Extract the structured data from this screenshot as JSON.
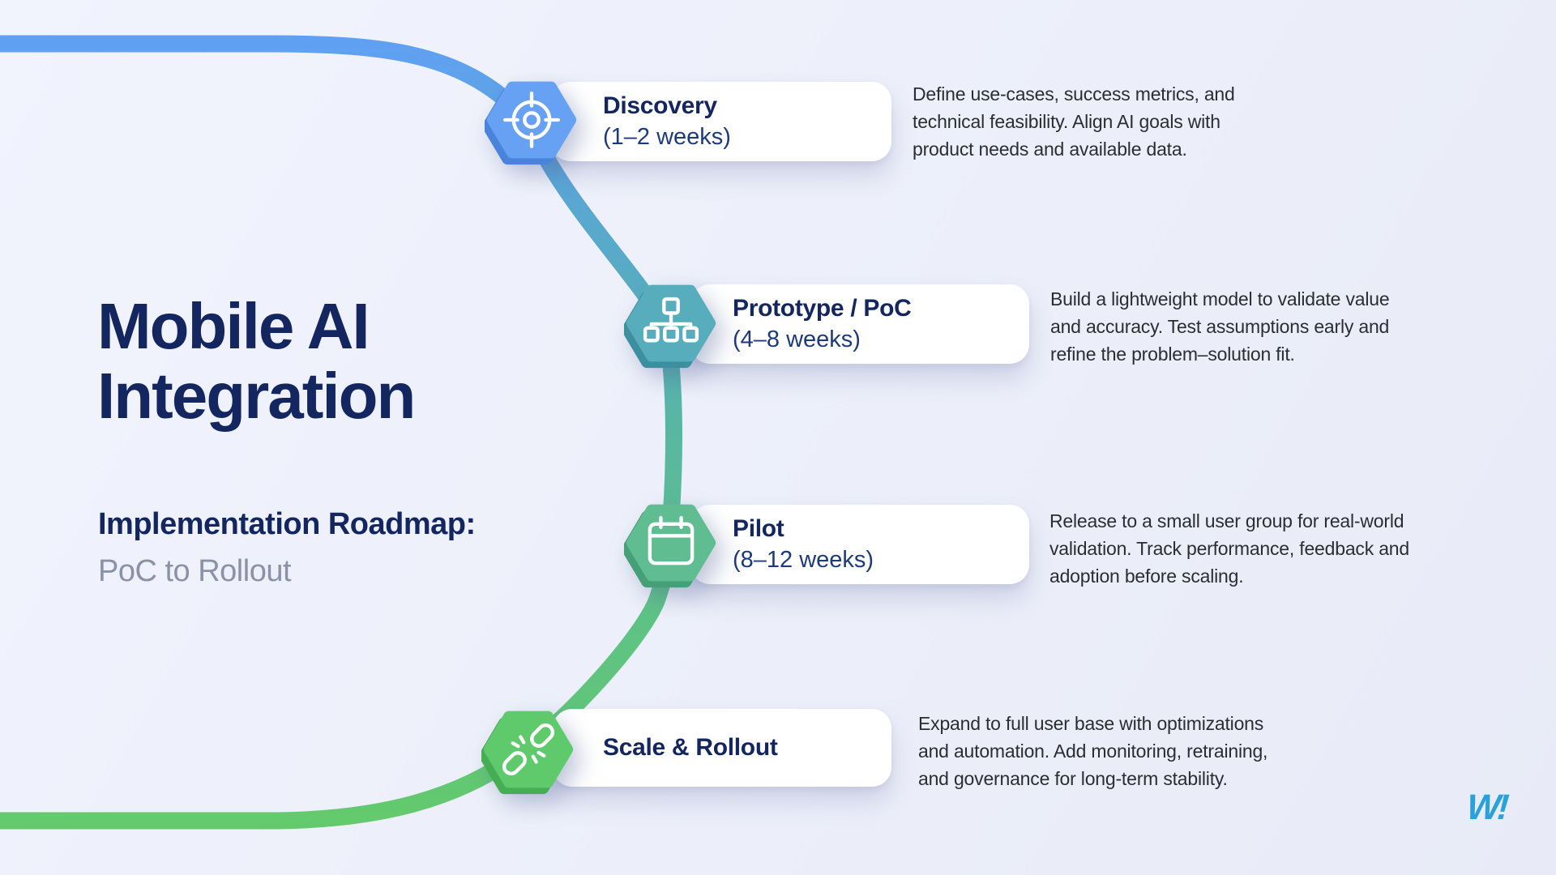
{
  "title": "Mobile AI\nIntegration",
  "subtitle": {
    "primary": "Implementation Roadmap:",
    "secondary": "PoC to Rollout"
  },
  "curve": {
    "gradient": [
      "#60a0f4",
      "#57abc4",
      "#58b7a2",
      "#5ec189",
      "#63ca6c"
    ]
  },
  "stages": [
    {
      "name": "Discovery",
      "duration": "(1–2 weeks)",
      "icon": "target-crosshair-icon",
      "color_main": "#66a1f3",
      "color_dark": "#4a84da",
      "description": "Define use-cases, success metrics, and\ntechnical feasibility. Align AI goals with\nproduct needs and available data."
    },
    {
      "name": "Prototype / PoC",
      "duration": "(4–8 weeks)",
      "icon": "sitemap-icon",
      "color_main": "#57adbb",
      "color_dark": "#3d8fa0",
      "description": "Build a lightweight model to validate value\nand accuracy. Test assumptions early and\nrefine the problem–solution fit."
    },
    {
      "name": "Pilot",
      "duration": "(8–12 weeks)",
      "icon": "calendar-icon",
      "color_main": "#60bd92",
      "color_dark": "#45a077",
      "description": "Release to a small user group for real-world\nvalidation. Track performance, feedback and\nadoption before scaling."
    },
    {
      "name": "Scale & Rollout",
      "duration": "",
      "icon": "broken-link-icon",
      "color_main": "#5fca6c",
      "color_dark": "#45ad53",
      "description": "Expand to full user base with optimizations\nand automation. Add monitoring, retraining,\nand governance for long-term stability."
    }
  ],
  "logo": "W!"
}
